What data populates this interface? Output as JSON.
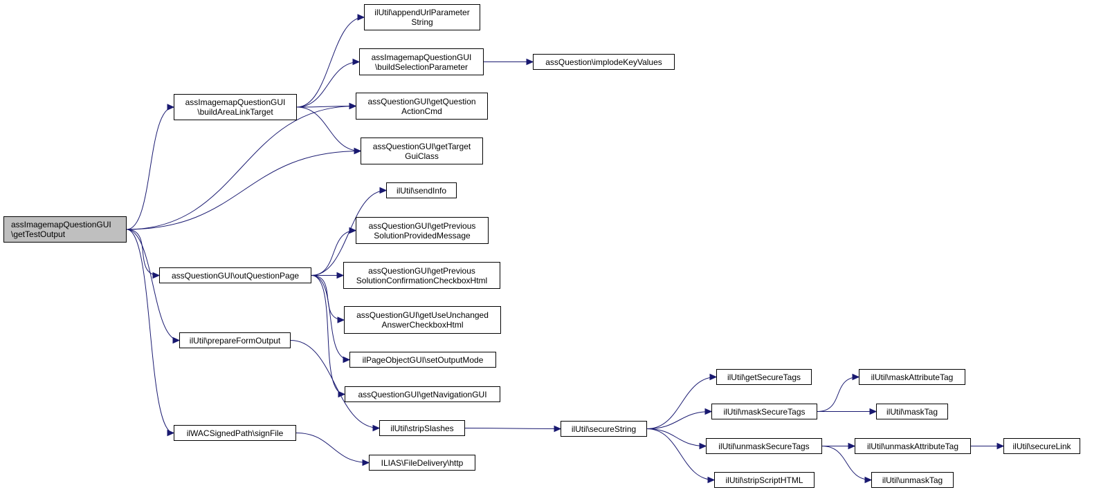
{
  "colors": {
    "edge": "#191970",
    "root_fill": "#bfbfbf",
    "node_fill": "#ffffff",
    "border": "#000000"
  },
  "nodes": {
    "getTestOutput": {
      "line1": "assImagemapQuestionGUI",
      "line2": "\\getTestOutput"
    },
    "buildAreaLinkTarget": {
      "line1": "assImagemapQuestionGUI",
      "line2": "\\buildAreaLinkTarget"
    },
    "outQuestionPage": {
      "line1": "assQuestionGUI\\outQuestionPage",
      "line2": ""
    },
    "prepareFormOutput": {
      "line1": "ilUtil\\prepareFormOutput",
      "line2": ""
    },
    "signFile": {
      "line1": "ilWACSignedPath\\signFile",
      "line2": ""
    },
    "appendUrlParameterString": {
      "line1": "ilUtil\\appendUrlParameter",
      "line2": "String"
    },
    "buildSelectionParameter": {
      "line1": "assImagemapQuestionGUI",
      "line2": "\\buildSelectionParameter"
    },
    "getQuestionActionCmd": {
      "line1": "assQuestionGUI\\getQuestion",
      "line2": "ActionCmd"
    },
    "getTargetGuiClass": {
      "line1": "assQuestionGUI\\getTarget",
      "line2": "GuiClass"
    },
    "implodeKeyValues": {
      "line1": "assQuestion\\implodeKeyValues",
      "line2": ""
    },
    "sendInfo": {
      "line1": "ilUtil\\sendInfo",
      "line2": ""
    },
    "getPreviousSolutionProvidedMessage": {
      "line1": "assQuestionGUI\\getPrevious",
      "line2": "SolutionProvidedMessage"
    },
    "getPreviousSolutionConfirmationCheckboxHtml": {
      "line1": "assQuestionGUI\\getPrevious",
      "line2": "SolutionConfirmationCheckboxHtml"
    },
    "getUseUnchangedAnswerCheckboxHtml": {
      "line1": "assQuestionGUI\\getUseUnchanged",
      "line2": "AnswerCheckboxHtml"
    },
    "setOutputMode": {
      "line1": "ilPageObjectGUI\\setOutputMode",
      "line2": ""
    },
    "getNavigationGUI": {
      "line1": "assQuestionGUI\\getNavigationGUI",
      "line2": ""
    },
    "stripSlashes": {
      "line1": "ilUtil\\stripSlashes",
      "line2": ""
    },
    "http": {
      "line1": "ILIAS\\FileDelivery\\http",
      "line2": ""
    },
    "secureString": {
      "line1": "ilUtil\\secureString",
      "line2": ""
    },
    "getSecureTags": {
      "line1": "ilUtil\\getSecureTags",
      "line2": ""
    },
    "maskSecureTags": {
      "line1": "ilUtil\\maskSecureTags",
      "line2": ""
    },
    "unmaskSecureTags": {
      "line1": "ilUtil\\unmaskSecureTags",
      "line2": ""
    },
    "stripScriptHTML": {
      "line1": "ilUtil\\stripScriptHTML",
      "line2": ""
    },
    "maskAttributeTag": {
      "line1": "ilUtil\\maskAttributeTag",
      "line2": ""
    },
    "maskTag": {
      "line1": "ilUtil\\maskTag",
      "line2": ""
    },
    "unmaskAttributeTag": {
      "line1": "ilUtil\\unmaskAttributeTag",
      "line2": ""
    },
    "unmaskTag": {
      "line1": "ilUtil\\unmaskTag",
      "line2": ""
    },
    "secureLink": {
      "line1": "ilUtil\\secureLink",
      "line2": ""
    }
  },
  "edges": [
    [
      "getTestOutput",
      "buildAreaLinkTarget"
    ],
    [
      "getTestOutput",
      "getQuestionActionCmd"
    ],
    [
      "getTestOutput",
      "getTargetGuiClass"
    ],
    [
      "getTestOutput",
      "outQuestionPage"
    ],
    [
      "getTestOutput",
      "prepareFormOutput"
    ],
    [
      "getTestOutput",
      "signFile"
    ],
    [
      "buildAreaLinkTarget",
      "appendUrlParameterString"
    ],
    [
      "buildAreaLinkTarget",
      "buildSelectionParameter"
    ],
    [
      "buildAreaLinkTarget",
      "getQuestionActionCmd"
    ],
    [
      "buildAreaLinkTarget",
      "getTargetGuiClass"
    ],
    [
      "buildSelectionParameter",
      "implodeKeyValues"
    ],
    [
      "outQuestionPage",
      "sendInfo"
    ],
    [
      "outQuestionPage",
      "getPreviousSolutionProvidedMessage"
    ],
    [
      "outQuestionPage",
      "getPreviousSolutionConfirmationCheckboxHtml"
    ],
    [
      "outQuestionPage",
      "getUseUnchangedAnswerCheckboxHtml"
    ],
    [
      "outQuestionPage",
      "setOutputMode"
    ],
    [
      "outQuestionPage",
      "getNavigationGUI"
    ],
    [
      "prepareFormOutput",
      "stripSlashes"
    ],
    [
      "signFile",
      "http"
    ],
    [
      "stripSlashes",
      "secureString"
    ],
    [
      "secureString",
      "getSecureTags"
    ],
    [
      "secureString",
      "maskSecureTags"
    ],
    [
      "secureString",
      "unmaskSecureTags"
    ],
    [
      "secureString",
      "stripScriptHTML"
    ],
    [
      "maskSecureTags",
      "maskAttributeTag"
    ],
    [
      "maskSecureTags",
      "maskTag"
    ],
    [
      "unmaskSecureTags",
      "unmaskAttributeTag"
    ],
    [
      "unmaskSecureTags",
      "unmaskTag"
    ],
    [
      "unmaskAttributeTag",
      "secureLink"
    ]
  ]
}
